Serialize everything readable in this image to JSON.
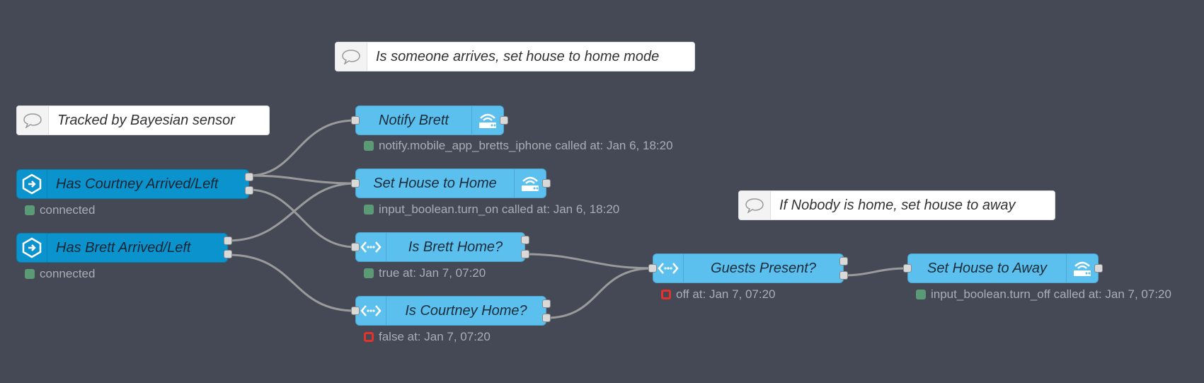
{
  "colors": {
    "canvas": "#444955",
    "service_node": "#5bc0ee",
    "event_node": "#0a93cd",
    "status_ok": "#5a9a75",
    "status_err": "#e4312b",
    "wire": "#9a9a9a"
  },
  "comments": {
    "home_mode": "Is someone arrives, set house to home mode",
    "bayesian": "Tracked by Bayesian sensor",
    "away": "If Nobody is home, set house to away"
  },
  "nodes": {
    "courtney_event": {
      "label": "Has Courtney Arrived/Left",
      "icon": "arrow-right-hexagon-icon",
      "status": "connected",
      "status_color": "green"
    },
    "brett_event": {
      "label": "Has Brett Arrived/Left",
      "icon": "arrow-right-hexagon-icon",
      "status": "connected",
      "status_color": "green"
    },
    "notify_brett": {
      "label": "Notify Brett",
      "icon": "router-icon",
      "status": "notify.mobile_app_bretts_iphone called at: Jan 6, 18:20",
      "status_color": "green"
    },
    "set_home": {
      "label": "Set House to Home",
      "icon": "router-icon",
      "status": "input_boolean.turn_on called at: Jan 6, 18:20",
      "status_color": "green"
    },
    "is_brett_home": {
      "label": "Is Brett Home?",
      "icon": "switch-arrows-icon",
      "status": "true at: Jan 7, 07:20",
      "status_color": "green"
    },
    "is_courtney_home": {
      "label": "Is Courtney Home?",
      "icon": "switch-arrows-icon",
      "status": "false at: Jan 7, 07:20",
      "status_color": "red"
    },
    "guests_present": {
      "label": "Guests Present?",
      "icon": "switch-arrows-icon",
      "status": "off at: Jan 7, 07:20",
      "status_color": "red"
    },
    "set_away": {
      "label": "Set House to Away",
      "icon": "router-icon",
      "status": "input_boolean.turn_off called at: Jan 7, 07:20",
      "status_color": "green"
    }
  }
}
